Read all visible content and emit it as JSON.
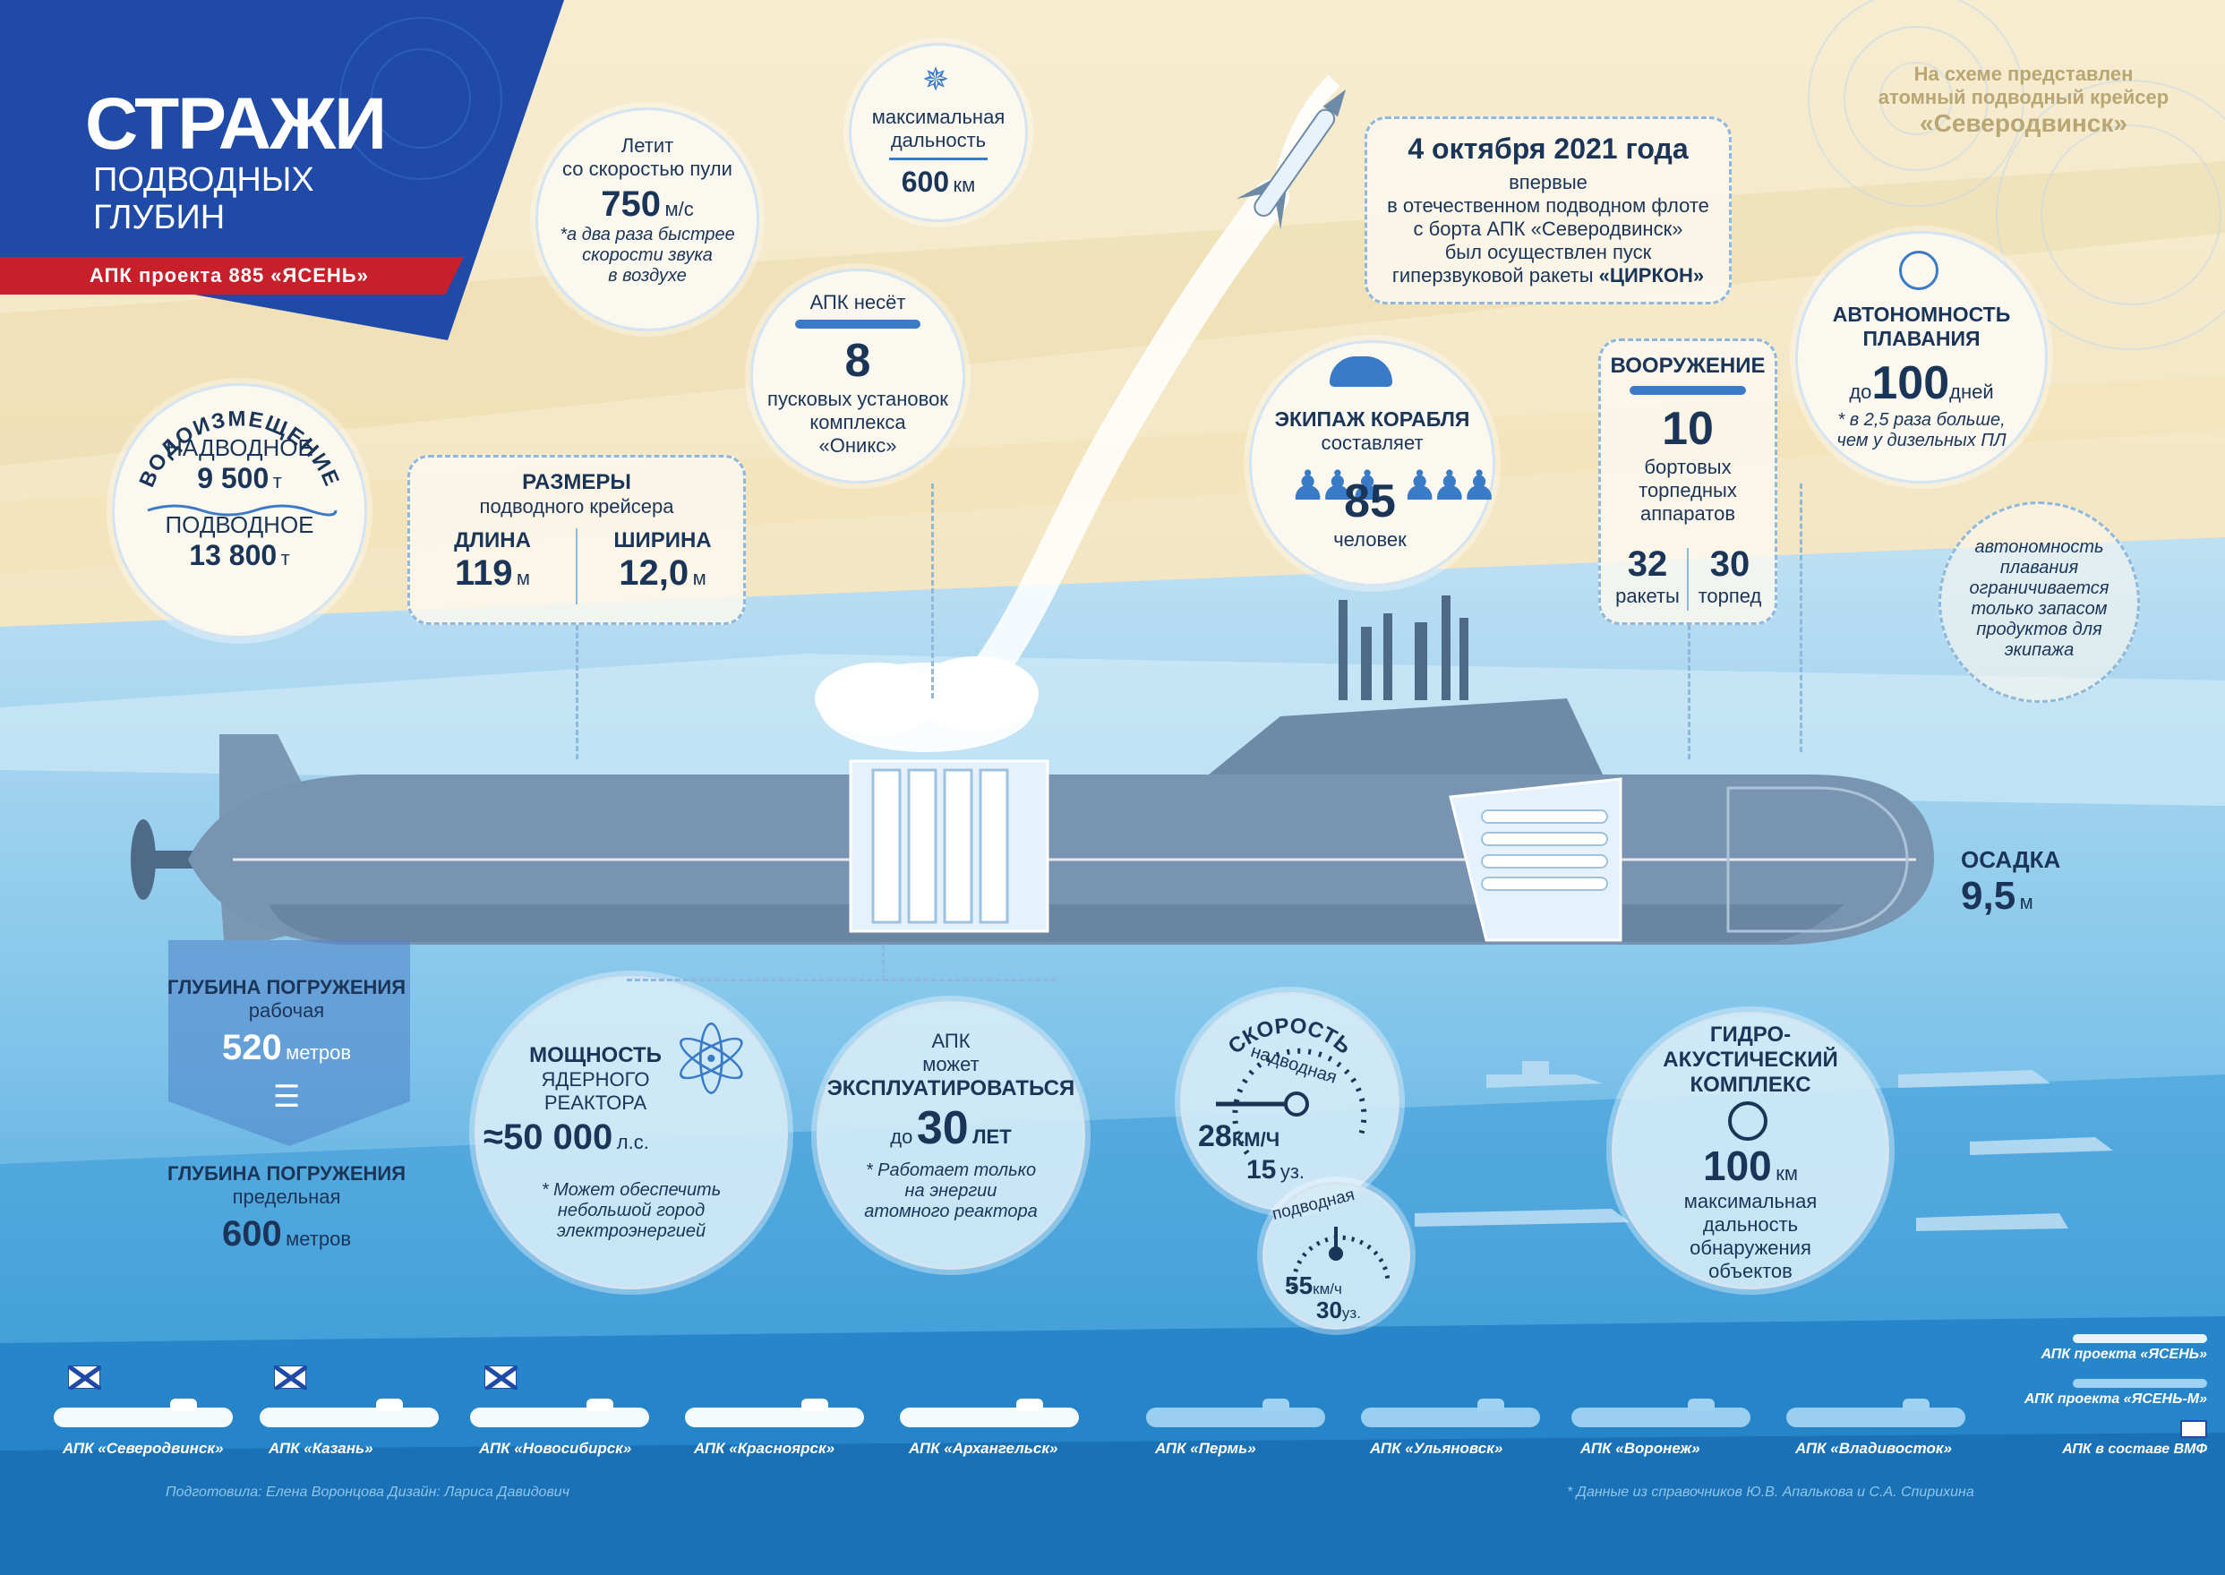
{
  "header": {
    "title": "СТРАЖИ",
    "subtitle_line1": "ПОДВОДНЫХ",
    "subtitle_line2": "ГЛУБИН",
    "project": "АПК проекта 885 «ЯСЕНЬ»"
  },
  "scheme_note": {
    "line1": "На схеме представлен",
    "line2": "атомный подводный крейсер",
    "line3": "«Северодвинск»"
  },
  "bullet": {
    "line1": "Летит",
    "line2": "со скоростью пули",
    "value": "750",
    "unit": "м/с",
    "note1": "*а два раза быстрее",
    "note2": "скорости звука",
    "note3": "в воздухе"
  },
  "range": {
    "line1": "максимальная",
    "line2": "дальность",
    "value": "600",
    "unit": "км"
  },
  "launchers": {
    "line1": "АПК несёт",
    "value": "8",
    "line2": "пусковых установок",
    "line3": "комплекса",
    "line4": "«Оникс»"
  },
  "date_box": {
    "date": "4 октября 2021 года",
    "line1": "впервые",
    "line2": "в отечественном подводном флоте",
    "line3": "с борта АПК «Северодвинск»",
    "line4": "был осуществлен пуск",
    "line5_pre": "гиперзвуковой ракеты",
    "line5_em": "«ЦИРКОН»"
  },
  "displacement": {
    "arc_label": "ВОДОИЗМЕЩЕНИЕ",
    "surface_label": "НАДВОДНОЕ",
    "surface_value": "9 500",
    "surface_unit": "т",
    "under_label": "ПОДВОДНОЕ",
    "under_value": "13 800",
    "under_unit": "т"
  },
  "dimensions": {
    "title": "РАЗМЕРЫ",
    "subtitle": "подводного крейсера",
    "length_label": "ДЛИНА",
    "length_value": "119",
    "length_unit": "м",
    "width_label": "ШИРИНА",
    "width_value": "12,0",
    "width_unit": "м"
  },
  "crew": {
    "title": "ЭКИПАЖ КОРАБЛЯ",
    "line1": "составляет",
    "value": "85",
    "unit": "человек"
  },
  "armament": {
    "title": "ВООРУЖЕНИЕ",
    "value": "10",
    "line1": "бортовых",
    "line2": "торпедных",
    "line3": "аппаратов",
    "missiles_value": "32",
    "missiles_label": "ракеты",
    "torpedo_value": "30",
    "torpedo_label": "торпед"
  },
  "autonomy": {
    "title1": "АВТОНОМНОСТЬ",
    "title2": "ПЛАВАНИЯ",
    "pre": "до",
    "value": "100",
    "unit": "дней",
    "note1": "* в 2,5 раза больше,",
    "note2": "чем у дизельных ПЛ"
  },
  "autonomy_note": {
    "l1": "автономность",
    "l2": "плавания",
    "l3": "ограничивается",
    "l4": "только запасом",
    "l5": "продуктов для",
    "l6": "экипажа"
  },
  "draft": {
    "label": "ОСАДКА",
    "value": "9,5",
    "unit": "м"
  },
  "depth": {
    "work_title": "ГЛУБИНА ПОГРУЖЕНИЯ",
    "work_sub": "рабочая",
    "work_value": "520",
    "work_unit": "метров",
    "max_title": "ГЛУБИНА ПОГРУЖЕНИЯ",
    "max_sub": "предельная",
    "max_value": "600",
    "max_unit": "метров"
  },
  "reactor": {
    "l1": "МОЩНОСТЬ",
    "l2": "ЯДЕРНОГО",
    "l3": "РЕАКТОРА",
    "value": "≈50 000",
    "unit": "л.с.",
    "note1": "* Может обеспечить",
    "note2": "небольшой город",
    "note3": "электроэнергией"
  },
  "service": {
    "l1": "АПК",
    "l2": "может",
    "l3": "ЭКСПЛУАТИРОВАТЬСЯ",
    "pre": "до",
    "value": "30",
    "unit": "ЛЕТ",
    "note1": "* Работает только",
    "note2": "на энергии",
    "note3": "атомного реактора"
  },
  "speed": {
    "title": "СКОРОСТЬ",
    "surface_label": "надводная",
    "surface_kmh": "28",
    "kmh_unit": "КМ/Ч",
    "surface_kn": "15",
    "kn_unit": "уз.",
    "under_label": "подводная",
    "under_kmh": "55",
    "under_kmh_unit": "км/ч",
    "under_kn": "30",
    "under_kn_unit": "уз."
  },
  "sonar": {
    "l1": "ГИДРО-",
    "l2": "АКУСТИЧЕСКИЙ",
    "l3": "КОМПЛЕКС",
    "value": "100",
    "unit": "км",
    "n1": "максимальная",
    "n2": "дальность",
    "n3": "обнаружения",
    "n4": "объектов"
  },
  "fleet": [
    {
      "name": "АПК «Северодвинск»",
      "flag": true
    },
    {
      "name": "АПК «Казань»",
      "flag": true
    },
    {
      "name": "АПК «Новосибирск»",
      "flag": true
    },
    {
      "name": "АПК «Красноярск»",
      "flag": false
    },
    {
      "name": "АПК «Архангельск»",
      "flag": false
    },
    {
      "name": "АПК «Пермь»",
      "flag": false
    },
    {
      "name": "АПК «Ульяновск»",
      "flag": false
    },
    {
      "name": "АПК «Воронеж»",
      "flag": false
    },
    {
      "name": "АПК «Владивосток»",
      "flag": false
    }
  ],
  "legend": {
    "yasen": "АПК проекта «ЯСЕНЬ»",
    "yasen_m": "АПК проекта «ЯСЕНЬ-М»",
    "vmf": "АПК в составе ВМФ"
  },
  "credits": "Подготовила: Елена Воронцова  Дизайн: Лариса Давидович",
  "sources": "* Данные из справочников Ю.В. Апалькова и С.А. Спирихина",
  "colors": {
    "navy": "#1b3558",
    "blue": "#1f4aa8",
    "red": "#c8202a",
    "sea": "#5fb0e0",
    "sand": "#f3e6c4",
    "hull": "#6d8aa7"
  }
}
